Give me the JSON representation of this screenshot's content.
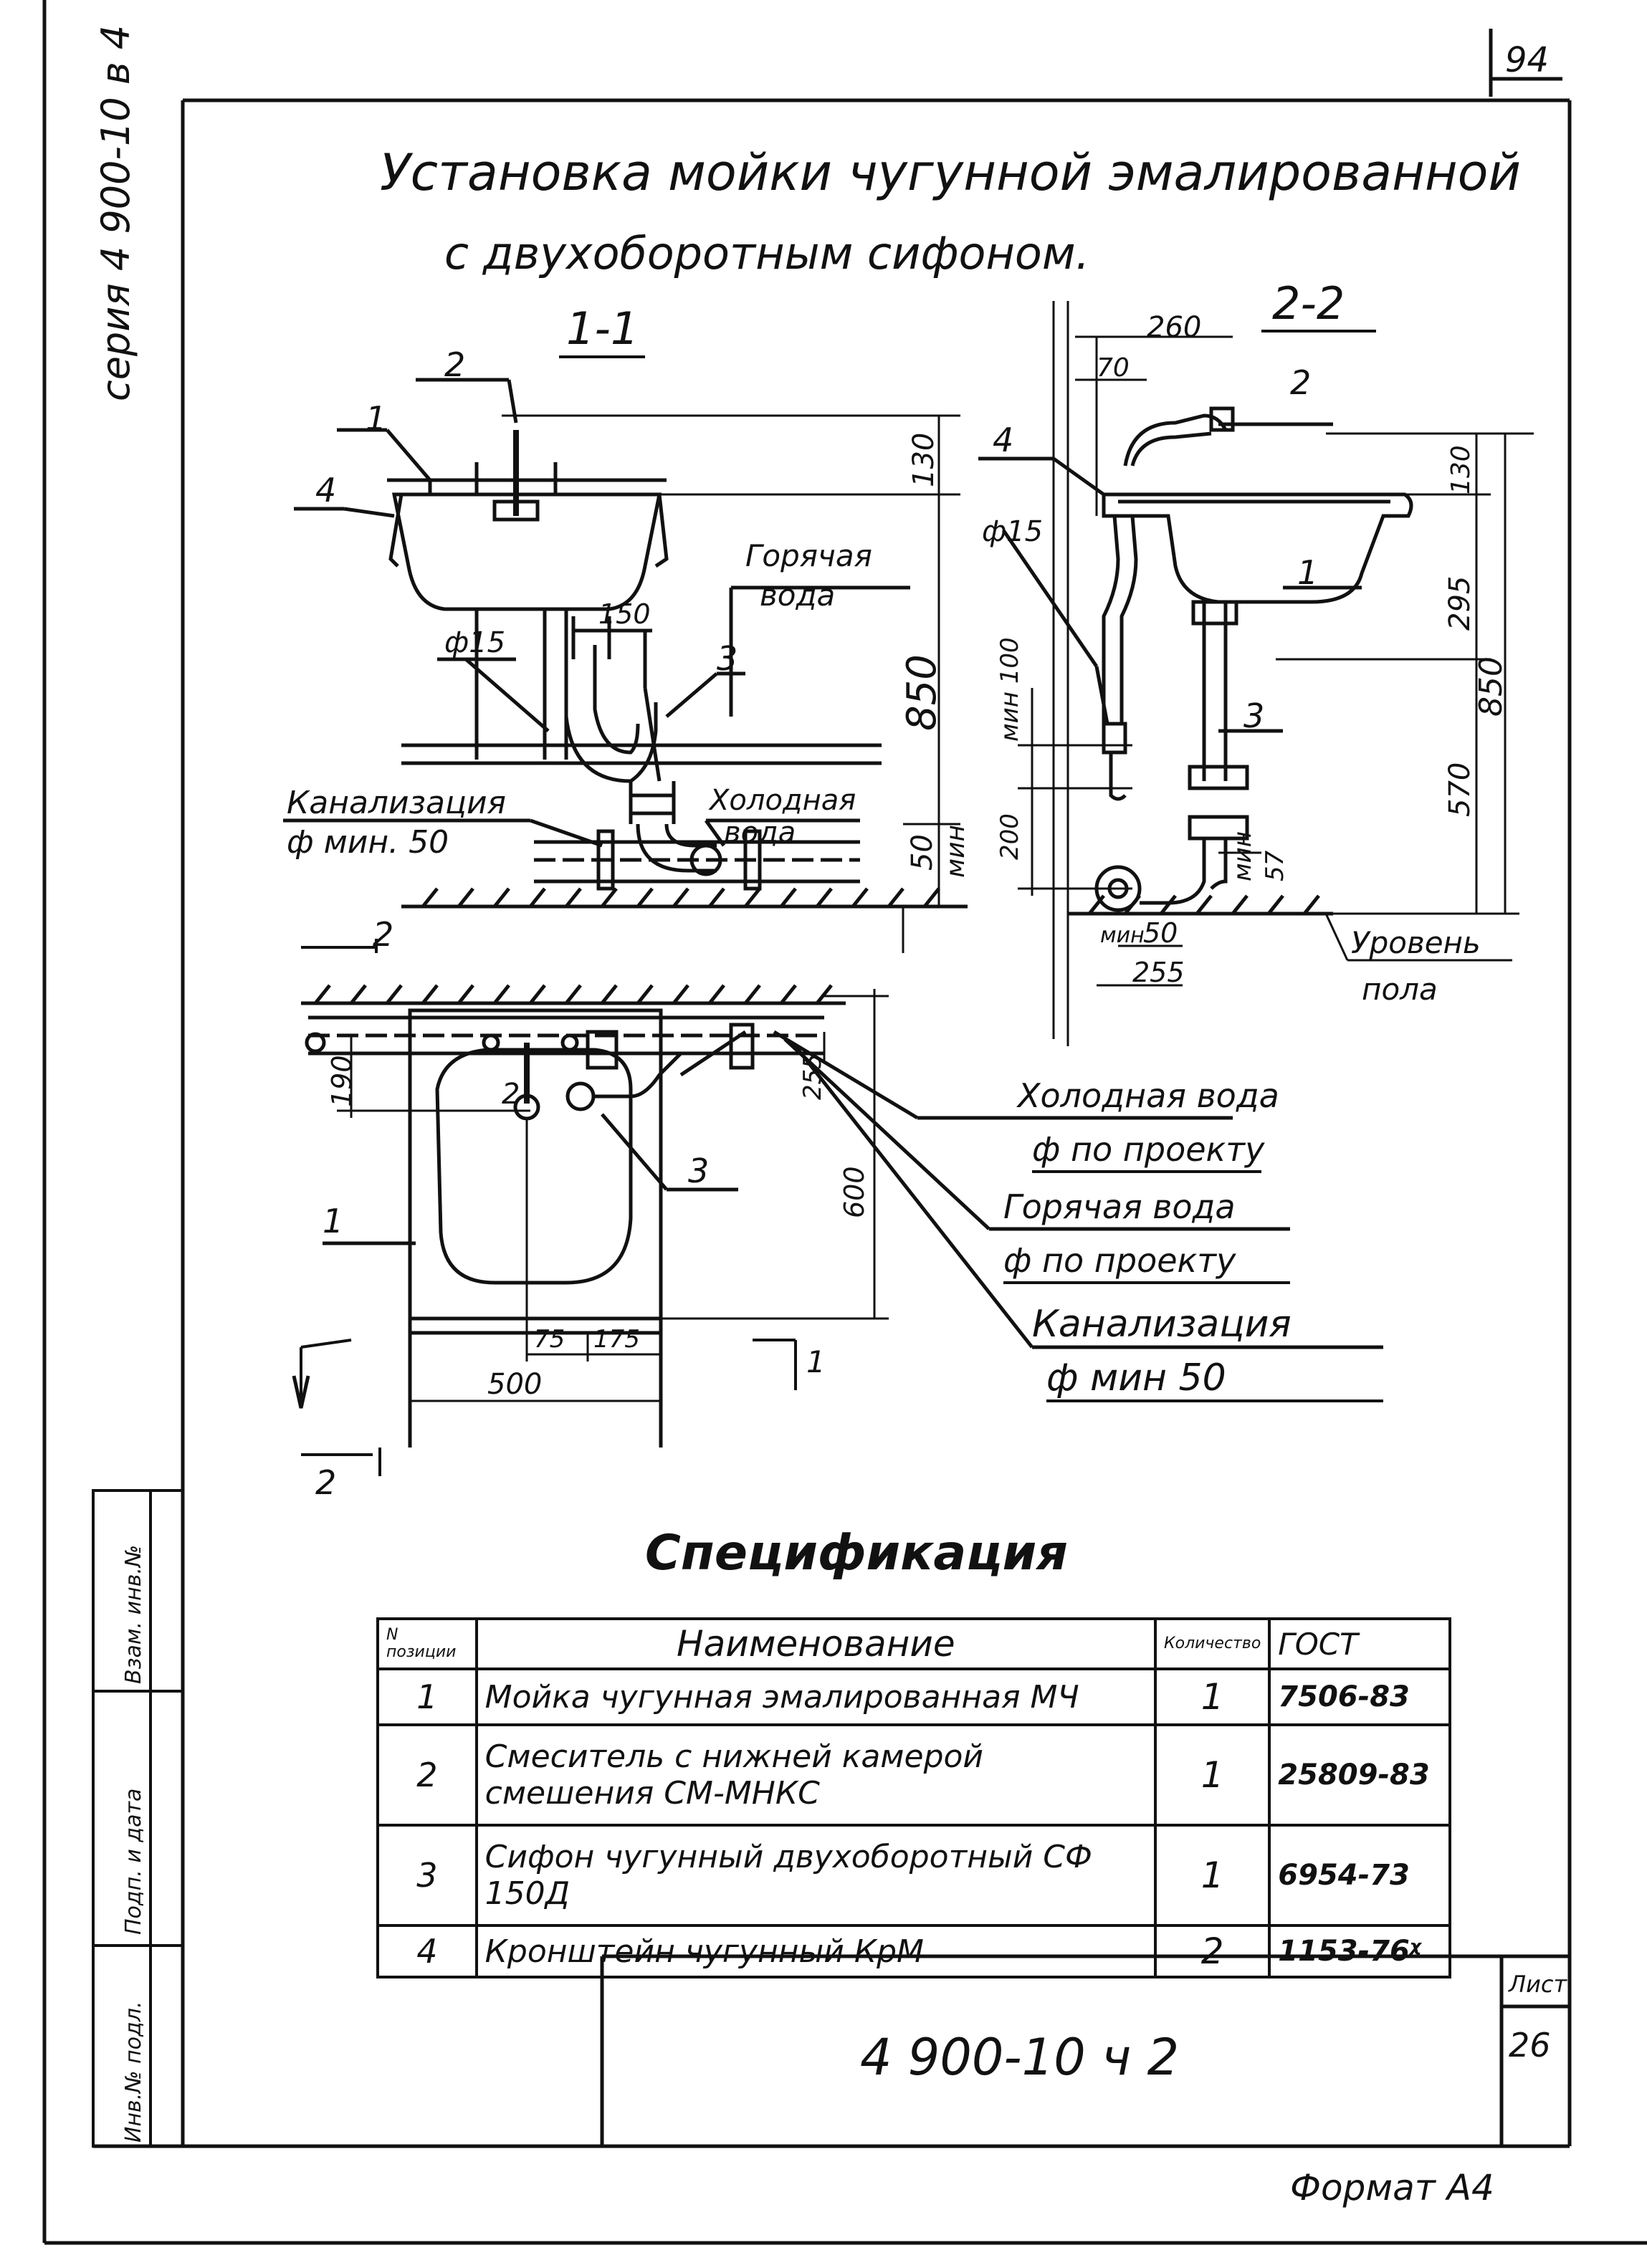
{
  "page_number": "94",
  "series_label": "серия 4 900-10 в 4",
  "title_line1": "Установка мойки чугунной эмалированной",
  "title_line2": "с двухоборотным сифоном.",
  "section_1_1": "1-1",
  "section_2_2": "2-2",
  "labels": {
    "hot_water_1": "Горячая",
    "hot_water_2": "вода",
    "cold_water_1": "Холодная",
    "cold_water_2": "вода",
    "sewer_1": "Канализация",
    "sewer_2": "ф мин. 50",
    "floor_1": "Уровень",
    "floor_2": "пола",
    "leg_cold_1": "Холодная вода",
    "leg_cold_2": "ф по проекту",
    "leg_hot_1": "Горячая вода",
    "leg_hot_2": "ф по проекту",
    "leg_sewer_1": "Канализация",
    "leg_sewer_2": "ф мин 50"
  },
  "dims": {
    "d130a": "130",
    "d850a": "850",
    "d50min": "50",
    "min": "мин",
    "d150": "150",
    "phi15a": "ф15",
    "phi15b": "ф15",
    "d260": "260",
    "d70": "70",
    "d130b": "130",
    "d295": "295",
    "d570": "570",
    "d850b": "850",
    "d100": "мин 100",
    "d200": "200",
    "d57": "57",
    "minb": "мин",
    "d50b": "50",
    "minc": "мин",
    "d255a": "255",
    "d190": "190",
    "d255b": "255",
    "d600": "600",
    "d75": "75",
    "d175": "175",
    "d500": "500"
  },
  "callouts": {
    "n1": "1",
    "n2": "2",
    "n3": "3",
    "n4": "4"
  },
  "cut_marks": {
    "a": "2",
    "b": "2",
    "c": "1"
  },
  "spec_title": "Спецификация",
  "spec_table": {
    "headers": [
      "N позиции",
      "Наименование",
      "Количество",
      "ГОСТ"
    ],
    "rows": [
      {
        "pos": "1",
        "name": "Мойка чугунная эмалированная МЧ",
        "qty": "1",
        "gost": "7506-83"
      },
      {
        "pos": "2",
        "name": "Смеситель с нижней камерой смешения СМ-МНКС",
        "qty": "1",
        "gost": "25809-83"
      },
      {
        "pos": "3",
        "name": "Сифон чугунный двухоборотный СФ 150Д",
        "qty": "1",
        "gost": "6954-73"
      },
      {
        "pos": "4",
        "name": "Кронштейн чугунный КрМ",
        "qty": "2",
        "gost": "1153-76ᵡ"
      }
    ]
  },
  "stamp": {
    "doc_number": "4 900-10 ч 2",
    "sheet_label": "Лист",
    "sheet_number": "26",
    "format": "Формат А4",
    "side_col1": "Инв.№ подл.",
    "side_col2": "Подп. и дата",
    "side_col3": "Взам. инв.№"
  }
}
